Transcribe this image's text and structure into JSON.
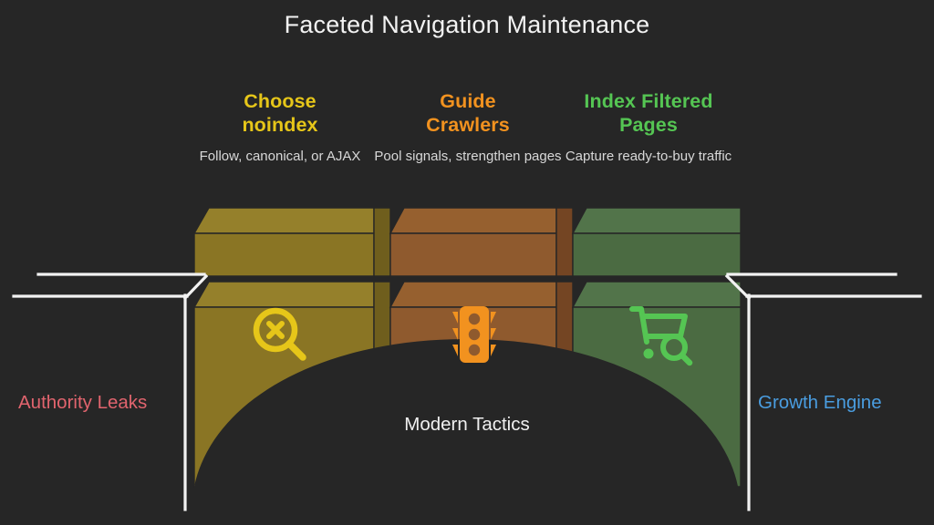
{
  "page": {
    "title": "Faceted Navigation Maintenance",
    "background_color": "#262626",
    "arch_label": "Modern Tactics"
  },
  "columns": [
    {
      "heading": "Choose noindex",
      "heading_line1": "Choose",
      "heading_line2": "noindex",
      "subtitle": "Follow, canonical, or AJAX",
      "accent_color": "#e6c619",
      "block_front_color": "#8a7524",
      "block_top_color": "#95802b",
      "block_side_color": "#6f5e1d",
      "icon": "search-x-icon"
    },
    {
      "heading": "Guide Crawlers",
      "heading_line1": "Guide",
      "heading_line2": "Crawlers",
      "subtitle": "Pool signals, strengthen pages",
      "accent_color": "#f2921f",
      "block_front_color": "#8f5a2e",
      "block_top_color": "#96602f",
      "block_side_color": "#744523",
      "icon": "traffic-light-icon"
    },
    {
      "heading": "Index Filtered Pages",
      "heading_line1": "Index Filtered",
      "heading_line2": "Pages",
      "subtitle": "Capture ready-to-buy traffic",
      "accent_color": "#55c martha",
      "block_front_color": "#4b6b42",
      "block_top_color": "#52744a",
      "block_side_color": "#3d5836",
      "icon": "cart-search-icon"
    }
  ],
  "side_labels": {
    "left": {
      "text": "Authority Leaks",
      "color": "#e1646e"
    },
    "right": {
      "text": "Growth Engine",
      "color": "#4a9de0"
    }
  },
  "palette": {
    "line_color": "#f2f2f2",
    "title_color": "#f2f2f2",
    "subtitle_color": "#d8d8d8",
    "green_accent": "#55c553"
  }
}
